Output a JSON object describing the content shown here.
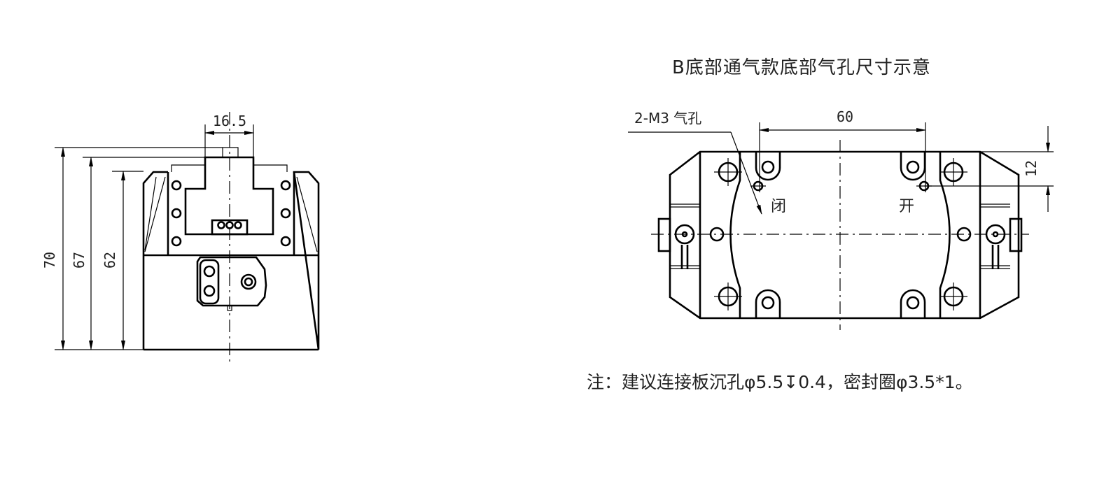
{
  "title": "B底部通气款底部气孔尺寸示意",
  "note": "注：建议连接板沉孔φ5.5↧0.4，密封圈φ3.5*1。",
  "front_view": {
    "dims": {
      "width_top": "16.5",
      "h70": "70",
      "h67": "67",
      "h62": "62"
    }
  },
  "bottom_view": {
    "dims": {
      "spacing": "60",
      "offset": "12"
    },
    "leader_label": "2-M3 气孔",
    "label_close": "闭",
    "label_open": "开"
  }
}
